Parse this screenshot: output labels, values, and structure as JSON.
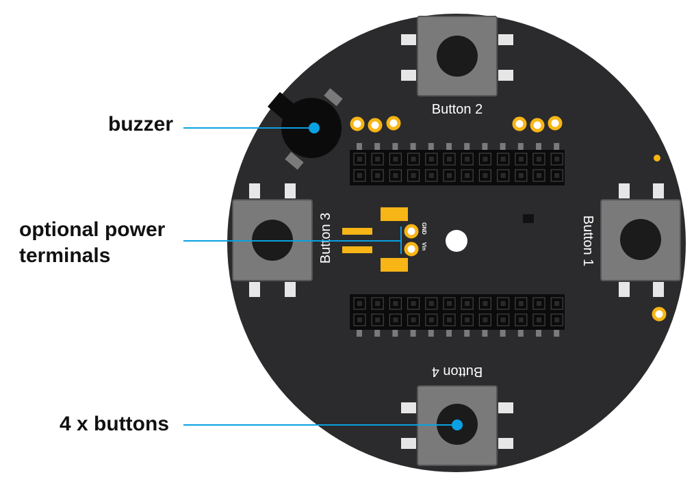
{
  "diagram": {
    "callouts": {
      "buzzer": "buzzer",
      "power_line1": "optional power",
      "power_line2": "terminals",
      "buttons": "4 x buttons"
    },
    "buttons": {
      "top": "Button 2",
      "left": "Button 3",
      "right": "Button 1",
      "bottom": "Button 4"
    },
    "pins": {
      "gnd": "GND",
      "vin": "Vin"
    },
    "colors": {
      "board": "#2b2b2d",
      "switch_body": "#7a7a7a",
      "switch_cap": "#1b1b1b",
      "pad": "#e6e6e6",
      "gold": "#f7b516",
      "callout_line": "#0aa1e2",
      "header": "#0b0b0b"
    }
  }
}
